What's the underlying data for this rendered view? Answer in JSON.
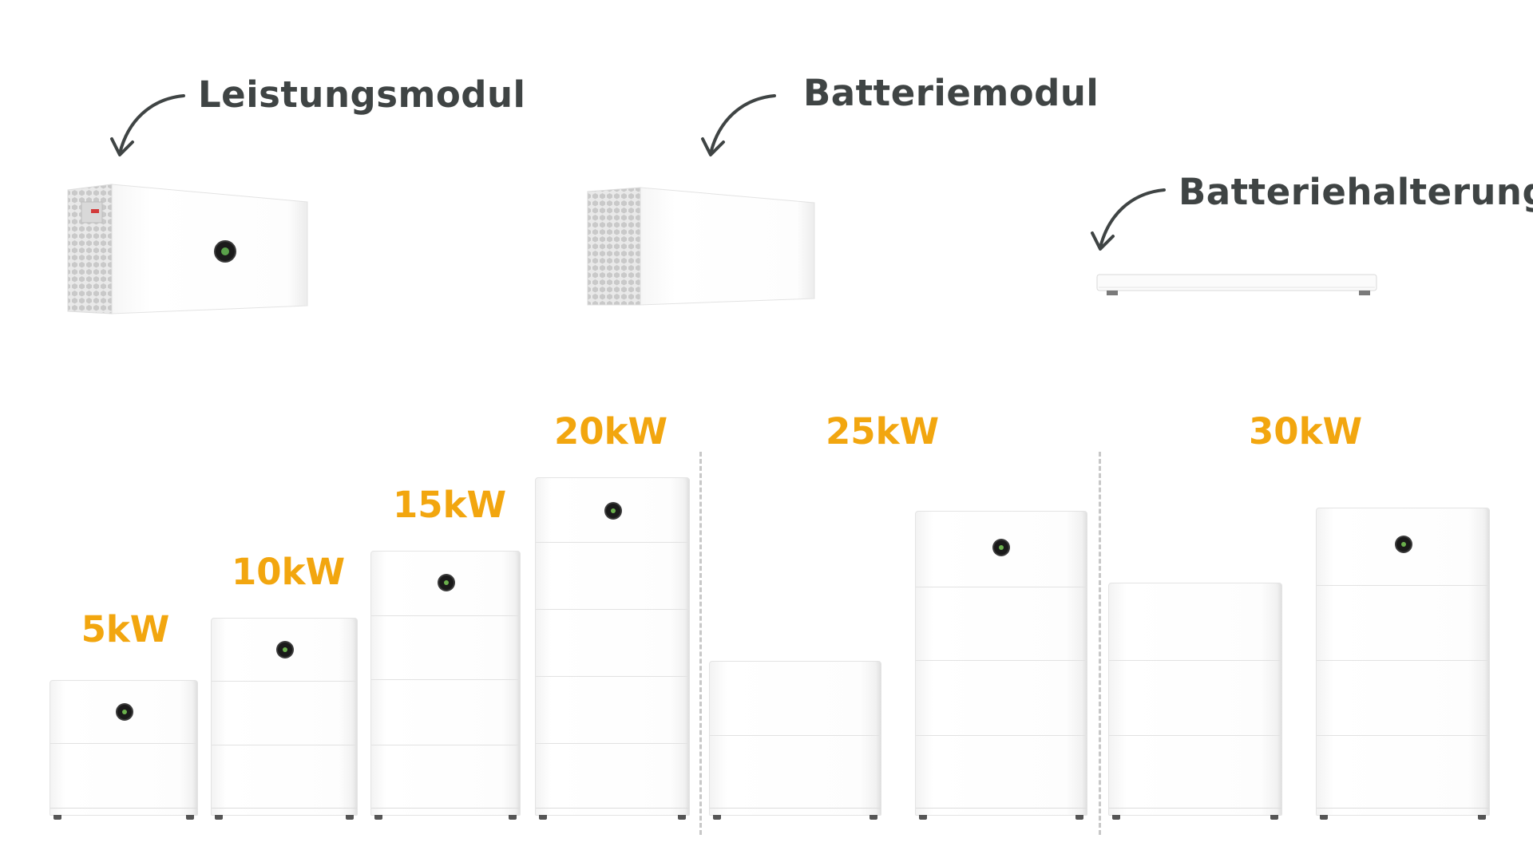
{
  "components": {
    "power_module": {
      "label": "Leistungsmodul",
      "icon": "arrow-curved-icon"
    },
    "battery_module": {
      "label": "Batteriemodul",
      "icon": "arrow-curved-icon"
    },
    "battery_holder": {
      "label": "Batteriehalterung",
      "icon": "arrow-curved-icon"
    }
  },
  "configurations": [
    {
      "power": "5kW"
    },
    {
      "power": "10kW"
    },
    {
      "power": "15kW"
    },
    {
      "power": "20kW"
    },
    {
      "power": "25kW"
    },
    {
      "power": "30kW"
    }
  ],
  "colors": {
    "label_text": "#3f4444",
    "power_text": "#f2a60f",
    "module_white": "#ffffff",
    "divider": "#c8c8c8"
  }
}
